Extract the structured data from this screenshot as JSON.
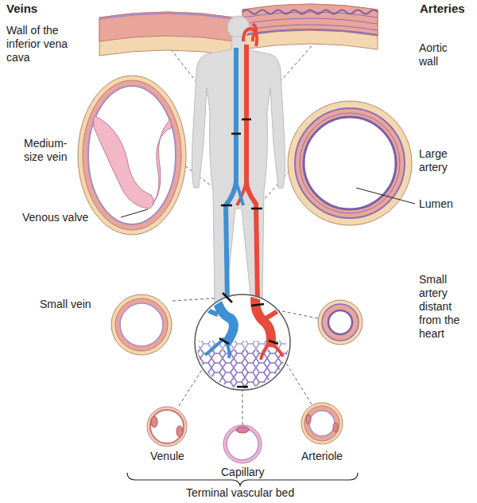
{
  "diagram": {
    "labels": [
      "Veins",
      "Arteries",
      "Wall of the inferior vena cava",
      "Aortic wall",
      "Medium-size vein",
      "Large artery",
      "Lumen",
      "Venous valve",
      "Small vein",
      "Small artery distant from the heart",
      "Venule",
      "Capillary",
      "Arteriole",
      "Terminal vascular bed"
    ]
  }
}
